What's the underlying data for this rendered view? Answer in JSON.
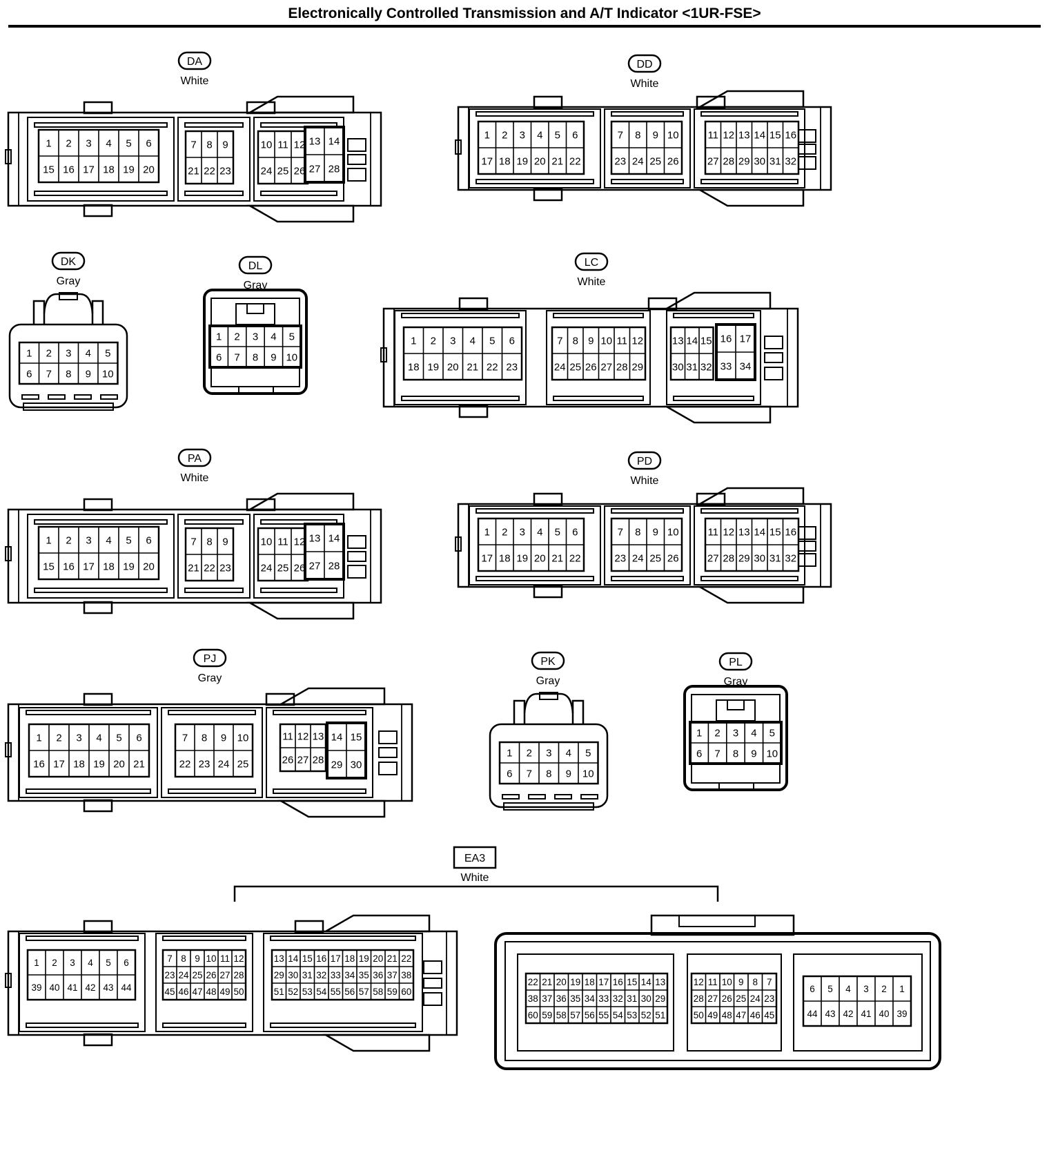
{
  "title": "Electronically Controlled Transmission and A/T Indicator <1UR-FSE>",
  "connectors": {
    "DA": {
      "code": "DA",
      "color": "White",
      "pins": [
        "1",
        "2",
        "3",
        "4",
        "5",
        "6",
        "15",
        "16",
        "17",
        "18",
        "19",
        "20",
        "7",
        "8",
        "9",
        "21",
        "22",
        "23",
        "10",
        "11",
        "12",
        "24",
        "25",
        "26",
        "13",
        "14",
        "27",
        "28"
      ]
    },
    "DD": {
      "code": "DD",
      "color": "White",
      "pins": [
        "1",
        "2",
        "3",
        "4",
        "5",
        "6",
        "17",
        "18",
        "19",
        "20",
        "21",
        "22",
        "7",
        "8",
        "9",
        "10",
        "23",
        "24",
        "25",
        "26",
        "11",
        "12",
        "13",
        "14",
        "15",
        "16",
        "27",
        "28",
        "29",
        "30",
        "31",
        "32"
      ]
    },
    "DK": {
      "code": "DK",
      "color": "Gray",
      "pins": [
        "1",
        "2",
        "3",
        "4",
        "5",
        "6",
        "7",
        "8",
        "9",
        "10"
      ]
    },
    "DL": {
      "code": "DL",
      "color": "Gray",
      "pins": [
        "1",
        "2",
        "3",
        "4",
        "5",
        "6",
        "7",
        "8",
        "9",
        "10"
      ]
    },
    "LC": {
      "code": "LC",
      "color": "White",
      "pins": [
        "1",
        "2",
        "3",
        "4",
        "5",
        "6",
        "18",
        "19",
        "20",
        "21",
        "22",
        "23",
        "7",
        "8",
        "9",
        "10",
        "11",
        "12",
        "24",
        "25",
        "26",
        "27",
        "28",
        "29",
        "13",
        "14",
        "15",
        "30",
        "31",
        "32",
        "16",
        "17",
        "33",
        "34"
      ]
    },
    "PA": {
      "code": "PA",
      "color": "White",
      "pins": [
        "1",
        "2",
        "3",
        "4",
        "5",
        "6",
        "15",
        "16",
        "17",
        "18",
        "19",
        "20",
        "7",
        "8",
        "9",
        "21",
        "22",
        "23",
        "10",
        "11",
        "12",
        "24",
        "25",
        "26",
        "13",
        "14",
        "27",
        "28"
      ]
    },
    "PD": {
      "code": "PD",
      "color": "White",
      "pins": [
        "1",
        "2",
        "3",
        "4",
        "5",
        "6",
        "17",
        "18",
        "19",
        "20",
        "21",
        "22",
        "7",
        "8",
        "9",
        "10",
        "23",
        "24",
        "25",
        "26",
        "11",
        "12",
        "13",
        "14",
        "15",
        "16",
        "27",
        "28",
        "29",
        "30",
        "31",
        "32"
      ]
    },
    "PJ": {
      "code": "PJ",
      "color": "Gray",
      "pins": [
        "1",
        "2",
        "3",
        "4",
        "5",
        "6",
        "16",
        "17",
        "18",
        "19",
        "20",
        "21",
        "7",
        "8",
        "9",
        "10",
        "22",
        "23",
        "24",
        "25",
        "11",
        "12",
        "13",
        "26",
        "27",
        "28",
        "14",
        "15",
        "29",
        "30"
      ]
    },
    "PK": {
      "code": "PK",
      "color": "Gray",
      "pins": [
        "1",
        "2",
        "3",
        "4",
        "5",
        "6",
        "7",
        "8",
        "9",
        "10"
      ]
    },
    "PL": {
      "code": "PL",
      "color": "Gray",
      "pins": [
        "1",
        "2",
        "3",
        "4",
        "5",
        "6",
        "7",
        "8",
        "9",
        "10"
      ]
    },
    "EA3": {
      "code": "EA3",
      "color": "White",
      "male_pins": [
        "1",
        "2",
        "3",
        "4",
        "5",
        "6",
        "39",
        "40",
        "41",
        "42",
        "43",
        "44",
        "7",
        "8",
        "9",
        "10",
        "11",
        "12",
        "23",
        "24",
        "25",
        "26",
        "27",
        "28",
        "45",
        "46",
        "47",
        "48",
        "49",
        "50",
        "13",
        "14",
        "15",
        "16",
        "17",
        "18",
        "19",
        "20",
        "21",
        "22",
        "29",
        "30",
        "31",
        "32",
        "33",
        "34",
        "35",
        "36",
        "37",
        "38",
        "51",
        "52",
        "53",
        "54",
        "55",
        "56",
        "57",
        "58",
        "59",
        "60"
      ],
      "female_pins": [
        "22",
        "21",
        "20",
        "19",
        "18",
        "17",
        "16",
        "15",
        "14",
        "13",
        "38",
        "37",
        "36",
        "35",
        "34",
        "33",
        "32",
        "31",
        "30",
        "29",
        "60",
        "59",
        "58",
        "57",
        "56",
        "55",
        "54",
        "53",
        "52",
        "51",
        "12",
        "11",
        "10",
        "9",
        "8",
        "7",
        "28",
        "27",
        "26",
        "25",
        "24",
        "23",
        "50",
        "49",
        "48",
        "47",
        "46",
        "45",
        "6",
        "5",
        "4",
        "3",
        "2",
        "1",
        "44",
        "43",
        "42",
        "41",
        "40",
        "39"
      ]
    }
  }
}
